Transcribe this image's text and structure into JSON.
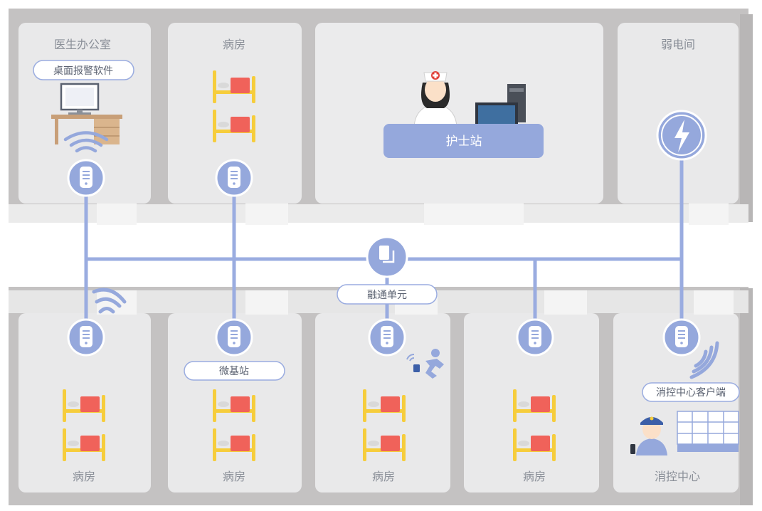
{
  "rooms": {
    "doctor_office": "医生办公室",
    "ward_top": "病房",
    "weak_room": "弱电间",
    "ward_bottom_1": "病房",
    "ward_bottom_2": "病房",
    "ward_bottom_3": "病房",
    "ward_bottom_4": "病房",
    "fire_center": "消控中心"
  },
  "labels": {
    "desktop_alarm": "桌面报警软件",
    "nurse_station": "护士站",
    "fusion_unit": "融通单元",
    "micro_base": "微基站",
    "fire_client": "消控中心客户端"
  },
  "colors": {
    "line": "#9aace0",
    "node": "#95a8dc",
    "room": "#e9e9ea",
    "wall": "#c4c2c2",
    "bed_red": "#f0625a",
    "bed_yellow": "#f6cd3c"
  }
}
